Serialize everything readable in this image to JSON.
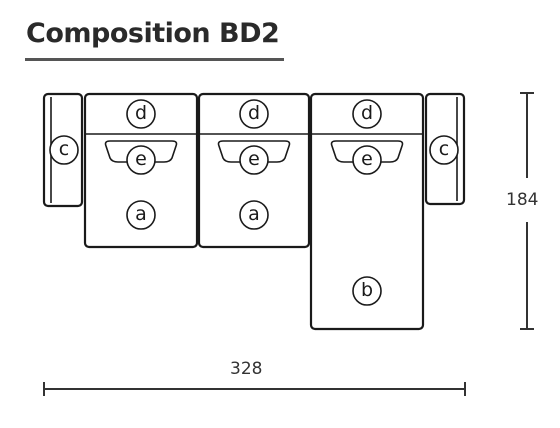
{
  "title": "Composition BD2",
  "module_labels": {
    "armrest": "c",
    "backrest": "d",
    "cushion": "e",
    "seat": "a",
    "chaise": "b"
  },
  "dimensions": {
    "width": "328",
    "depth": "184"
  }
}
